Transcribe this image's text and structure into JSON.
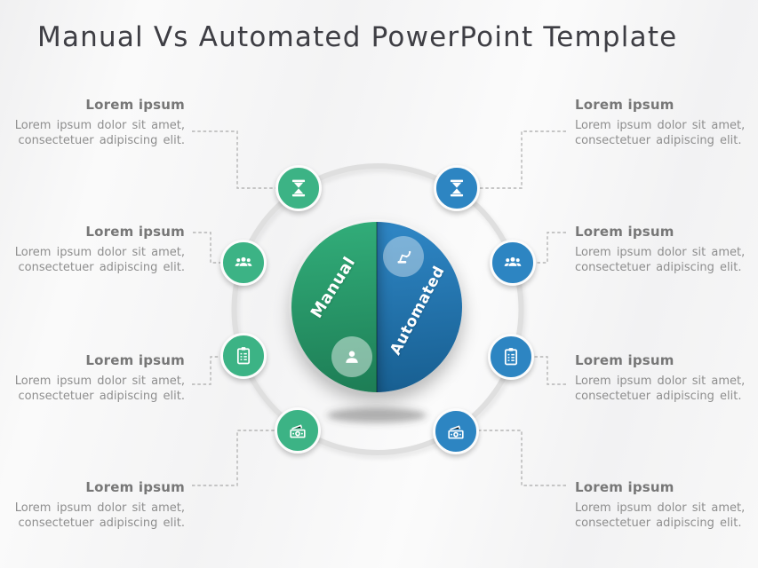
{
  "title": "Manual Vs Automated PowerPoint Template",
  "center": {
    "left_label": "Manual",
    "right_label": "Automated",
    "left_icon": "person-icon",
    "right_icon": "robot-arm-icon"
  },
  "callouts": [
    {
      "id": "left-top",
      "side": "left",
      "icon": "hourglass-icon",
      "heading": "Lorem ipsum",
      "body": "Lorem ipsum dolor sit amet, consectetuer adipiscing elit."
    },
    {
      "id": "left-upper",
      "side": "left",
      "icon": "team-icon",
      "heading": "Lorem ipsum",
      "body": "Lorem ipsum dolor sit amet, consectetuer adipiscing elit."
    },
    {
      "id": "left-lower",
      "side": "left",
      "icon": "checklist-icon",
      "heading": "Lorem ipsum",
      "body": "Lorem ipsum dolor sit amet, consectetuer adipiscing elit."
    },
    {
      "id": "left-bottom",
      "side": "left",
      "icon": "money-icon",
      "heading": "Lorem ipsum",
      "body": "Lorem ipsum dolor sit amet, consectetuer adipiscing elit."
    },
    {
      "id": "right-top",
      "side": "right",
      "icon": "hourglass-icon",
      "heading": "Lorem ipsum",
      "body": "Lorem ipsum dolor sit amet, consectetuer adipiscing elit."
    },
    {
      "id": "right-upper",
      "side": "right",
      "icon": "team-icon",
      "heading": "Lorem ipsum",
      "body": "Lorem ipsum dolor sit amet, consectetuer adipiscing elit."
    },
    {
      "id": "right-lower",
      "side": "right",
      "icon": "checklist-icon",
      "heading": "Lorem ipsum",
      "body": "Lorem ipsum dolor sit amet, consectetuer adipiscing elit."
    },
    {
      "id": "right-bottom",
      "side": "right",
      "icon": "money-icon",
      "heading": "Lorem ipsum",
      "body": "Lorem ipsum dolor sit amet, consectetuer adipiscing elit."
    }
  ],
  "colors": {
    "manual_green_light": "#32ae7a",
    "manual_green_dark": "#1d7d55",
    "automated_blue_light": "#2f87c6",
    "automated_blue_dark": "#175e90",
    "green_icon": "#3cb385",
    "blue_icon": "#2d85c2",
    "ring_gray": "#dfdfdf",
    "connector_gray": "#b5b5b5",
    "heading_gray": "#777777",
    "body_gray": "#8e8e8e",
    "title_gray": "#3e3e44"
  }
}
